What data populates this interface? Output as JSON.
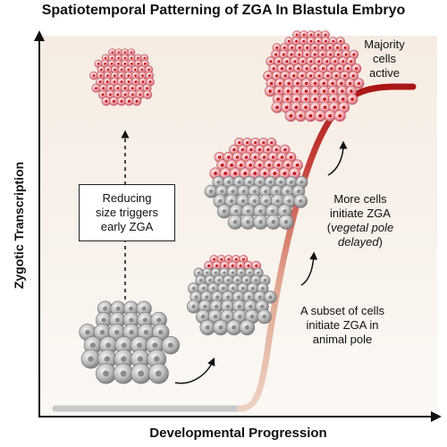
{
  "title": "Spatiotemporal Patterning of ZGA In Blastula Embryo",
  "axes": {
    "y_label": "Zygotic Transcription",
    "x_label": "Developmental Progression"
  },
  "annotations": {
    "majority": [
      "Majority",
      "cells",
      "active"
    ],
    "more_cells": {
      "line1": "More cells",
      "line2": "initiate ZGA",
      "paren_open": "(",
      "italic1": "vegetal pole",
      "italic2": "delayed",
      "paren_close": ")"
    },
    "subset": [
      "A subset of cells",
      "initiate ZGA in",
      "animal pole"
    ],
    "box": [
      "Reducing",
      "size triggers",
      "early ZGA"
    ]
  },
  "colors": {
    "active_cell": "#d9606d",
    "inactive_cell": "#a9a9a9",
    "curve_start": "#e8cdbf",
    "curve_end": "#b51d1d",
    "baseline": "#c8c8c8"
  }
}
